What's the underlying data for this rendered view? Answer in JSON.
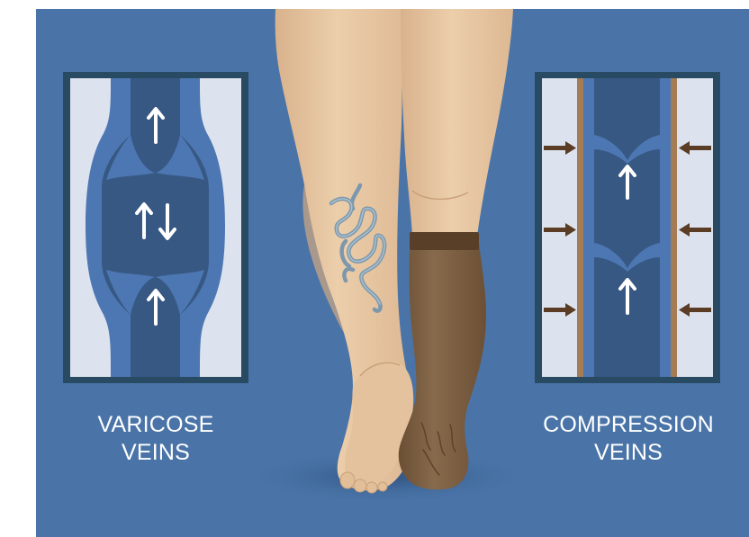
{
  "colors": {
    "background": "#4a74a8",
    "panel_border": "#284a63",
    "panel_fill": "#dde3ee",
    "vein_outer": "#4c77b2",
    "vein_inner": "#375883",
    "skin": "#e9c9a4",
    "skin_shadow": "#d6b089",
    "stocking": "#7b5f42",
    "stocking_band": "#5a3f28",
    "arrow_brown": "#5b3c24",
    "varicose_line": "#7d98ac"
  },
  "varicose_panel": {
    "caption_line1": "VARICOSE",
    "caption_line2": "VEINS",
    "arrows": [
      "up-arrow",
      "up-down-arrows",
      "up-arrow"
    ]
  },
  "compression_panel": {
    "caption_line1": "COMPRESSION",
    "caption_line2": "VEINS",
    "arrows": [
      "up-arrow",
      "up-arrow"
    ],
    "side_arrows_per_side": 3
  }
}
